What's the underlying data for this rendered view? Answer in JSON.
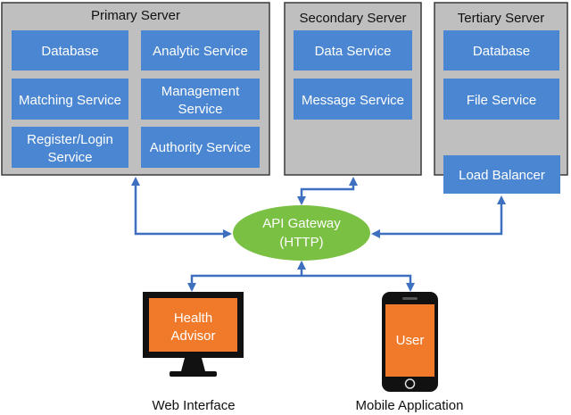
{
  "servers": {
    "primary": {
      "title": "Primary Server",
      "services": {
        "database": "Database",
        "analytic": "Analytic Service",
        "matching": "Matching Service",
        "management": [
          "Management",
          "Service"
        ],
        "register": [
          "Register/Login",
          "Service"
        ],
        "authority": "Authority Service"
      }
    },
    "secondary": {
      "title": "Secondary Server",
      "services": {
        "data": "Data Service",
        "message": "Message Service"
      }
    },
    "tertiary": {
      "title": "Tertiary Server",
      "services": {
        "database": "Database",
        "file": "File Service",
        "load_balancer": "Load Balancer"
      }
    }
  },
  "gateway": {
    "lines": [
      "API Gateway",
      "(HTTP)"
    ]
  },
  "clients": {
    "web": {
      "screen_lines": [
        "Health",
        "Advisor"
      ],
      "caption": "Web Interface"
    },
    "mobile": {
      "screen_text": "User",
      "caption": "Mobile Application"
    }
  },
  "colors": {
    "server_bg": "#bfbfbf",
    "server_border": "#3a3a3a",
    "service_bg": "#4a86d1",
    "service_text": "#ffffff",
    "gateway_bg": "#7ac043",
    "arrow": "#3f6fbf",
    "screen": "#f07a2a",
    "device": "#111111"
  }
}
